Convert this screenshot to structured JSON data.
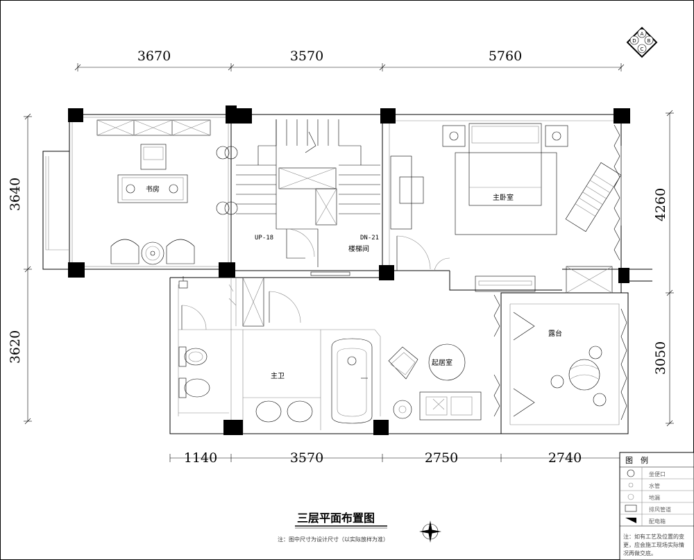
{
  "plan": {
    "title": "三层平面布置图",
    "note": "注：图中尺寸为设计尺寸（以实际放样为准）",
    "compass_letters": [
      "A",
      "B",
      "C",
      "D"
    ]
  },
  "dimensions": {
    "top": [
      "3670",
      "3570",
      "5760"
    ],
    "bottom": [
      "1140",
      "3570",
      "2750",
      "2740"
    ],
    "left": [
      "3640",
      "3620"
    ],
    "right": [
      "4260",
      "3050"
    ]
  },
  "rooms": {
    "study": "书房",
    "stair": "楼梯间",
    "stair_up": "UP-18",
    "stair_down": "DN-21",
    "master_bedroom": "主卧室",
    "master_bath": "主卫",
    "living": "起居室",
    "terrace": "露台"
  },
  "legend": {
    "title": "图　例",
    "items": [
      "坐便口",
      "水管",
      "地漏",
      "排风管道",
      "配电箱"
    ],
    "footnote_lines": [
      "注：如有工艺及位置的变",
      "更，应会施工现场实际情",
      "况再做交底。"
    ]
  }
}
